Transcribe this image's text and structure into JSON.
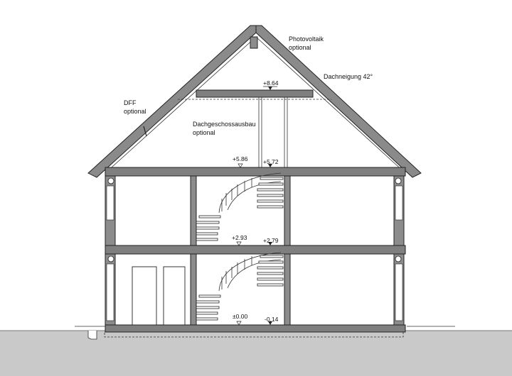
{
  "annotations": {
    "photovoltaik_line1": "Photovoltaik",
    "photovoltaik_line2": "optional",
    "roof_pitch": "Dachneigung 42°",
    "dff_line1": "DFF",
    "dff_line2": "optional",
    "attic_line1": "Dachgeschossausbau",
    "attic_line2": "optional"
  },
  "levels": {
    "ridge_beam": "+8.64",
    "attic_floor_left": "+5.86",
    "attic_floor_right": "+5.72",
    "upper_floor_left": "+2.93",
    "upper_floor_right": "+2.79",
    "ground_floor_left": "±0.00",
    "ground_floor_right": "-0.14"
  },
  "colors": {
    "ground": "#c9c9c9",
    "structure": "#7f7f7f",
    "line": "#222222"
  }
}
